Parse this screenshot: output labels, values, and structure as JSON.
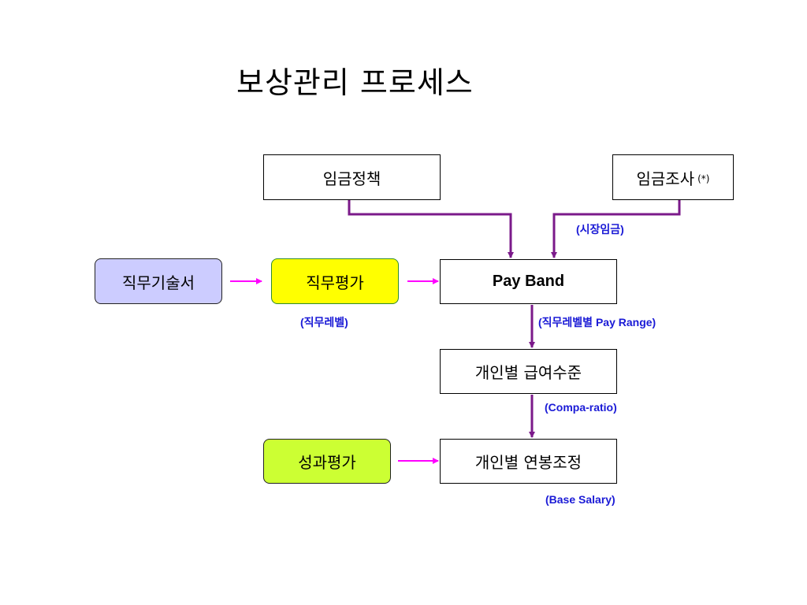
{
  "title": "보상관리 프로세스",
  "boxes": {
    "wage_policy": "임금정책",
    "wage_survey": "임금조사",
    "wage_survey_note": "(*)",
    "job_description": "직무기술서",
    "job_evaluation": "직무평가",
    "pay_band": "Pay Band",
    "individual_pay_level": "개인별 급여수준",
    "performance_evaluation": "성과평가",
    "individual_salary_adjustment": "개인별 연봉조정"
  },
  "annotations": {
    "market_wage": "(시장임금)",
    "job_level": "(직무레벨)",
    "pay_range_by_level": "(직무레벨별 Pay Range)",
    "compa_ratio": "(Compa-ratio)",
    "base_salary": "(Base Salary)"
  },
  "colors": {
    "job_description_fill": "#ccccff",
    "job_evaluation_fill": "#ffff00",
    "job_evaluation_border": "#2e8b2e",
    "performance_fill": "#ccff33",
    "connector_purple": "#7b1a8a",
    "connector_magenta": "#ff00ff",
    "annotation_blue": "#1a1ad6"
  }
}
